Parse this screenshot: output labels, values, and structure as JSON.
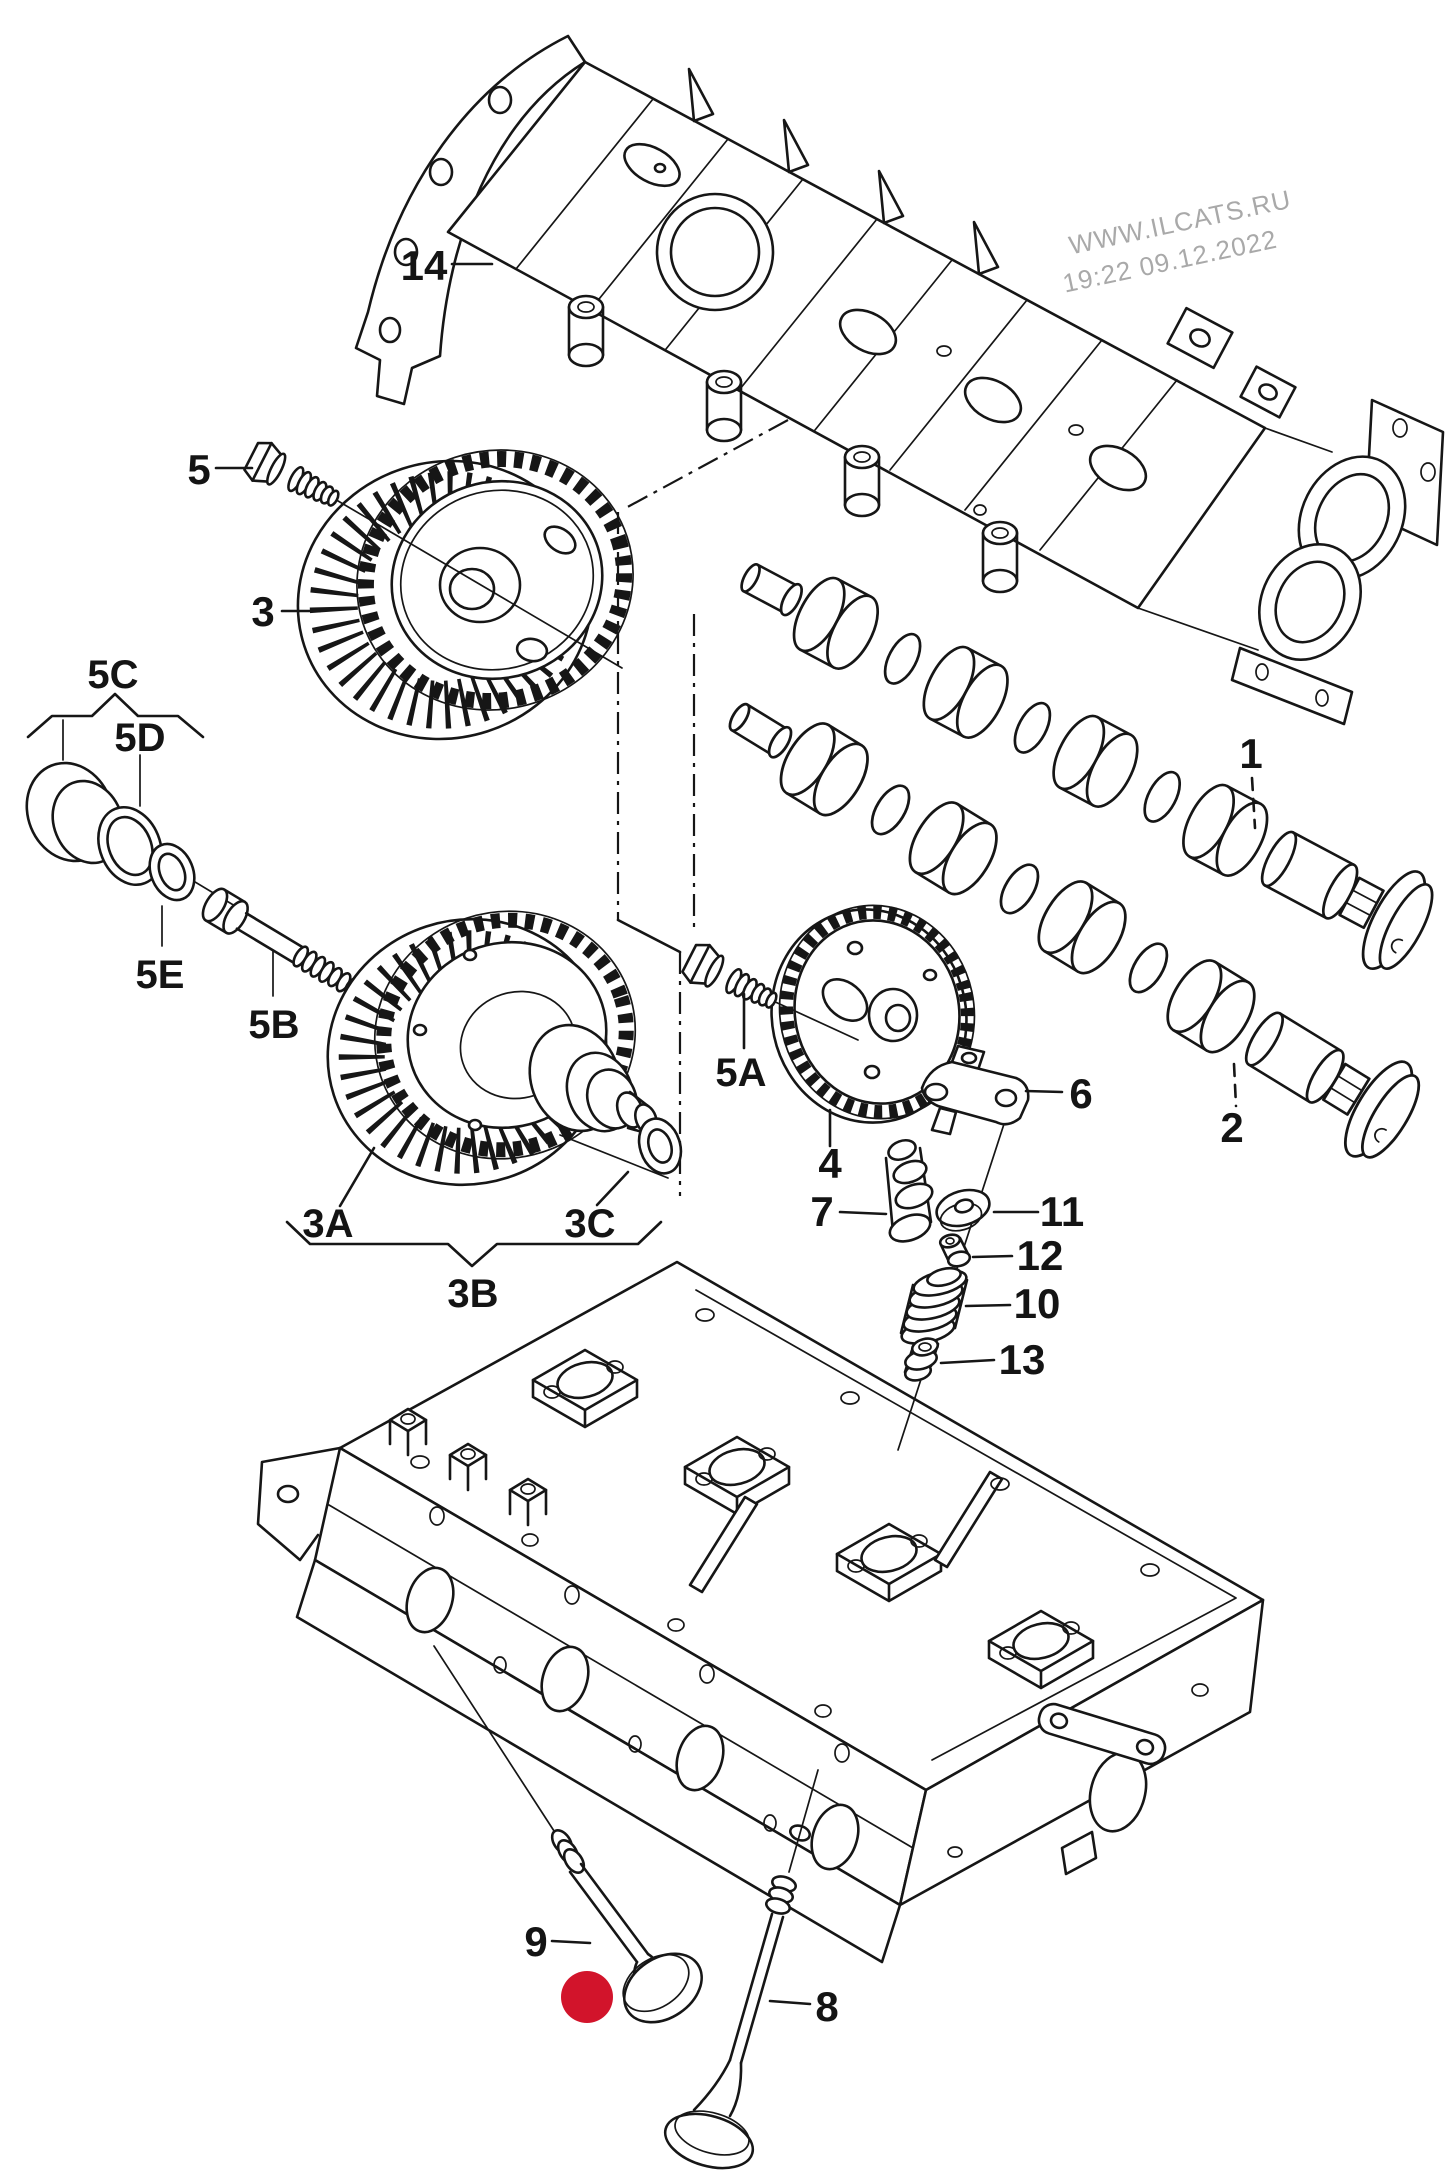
{
  "diagram": {
    "type": "exploded-parts-diagram",
    "subject": "camshaft, timing gears, valves and cylinder head",
    "highlighted_part": "9"
  },
  "colors": {
    "line": "#161616",
    "highlight": "#d2142b",
    "watermark": "#a9a9a9",
    "background": "#ffffff"
  },
  "watermark": {
    "line1": "WWW.ILCATS.RU",
    "line2": "19:22 09.12.2022"
  },
  "callouts": {
    "c1": "1",
    "c2": "2",
    "c3": "3",
    "c3a": "3A",
    "c3b": "3B",
    "c3c": "3C",
    "c4": "4",
    "c5": "5",
    "c5a": "5A",
    "c5b": "5B",
    "c5c": "5C",
    "c5d": "5D",
    "c5e": "5E",
    "c6": "6",
    "c7": "7",
    "c8": "8",
    "c9": "9",
    "c10": "10",
    "c11": "11",
    "c12": "12",
    "c13": "13",
    "c14": "14"
  }
}
